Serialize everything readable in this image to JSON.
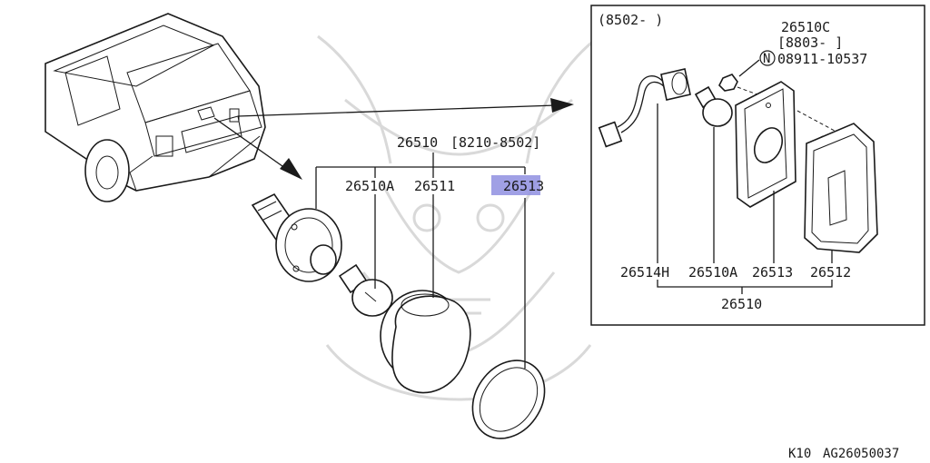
{
  "main_assembly": {
    "ref": "26510",
    "date_range": "[8210-8502]"
  },
  "main_parts": {
    "socket": "26510A",
    "lens": "26511",
    "gasket": "26513",
    "gasket_highlighted": true
  },
  "inset": {
    "date_from": "(8502-   )",
    "sub_ref": "26510C",
    "sub_date": "[8803-   ]",
    "nut_marker": "N",
    "nut_part": "08911-10537",
    "parts": [
      "26514H",
      "26510A",
      "26513",
      "26512"
    ],
    "assembly": "26510"
  },
  "footer": {
    "model": "K10",
    "diagram_code": "AG26050037"
  },
  "colors": {
    "highlight": "#8f8fe0",
    "line": "#1a1a1a",
    "watermark": "#d9d9d9"
  }
}
